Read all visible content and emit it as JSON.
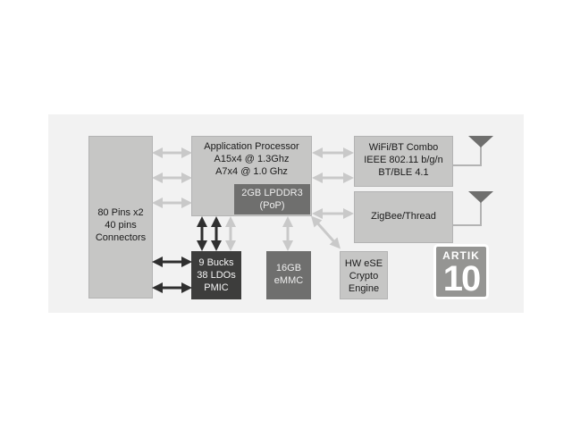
{
  "connectors": {
    "lines": [
      "80 Pins x2",
      "40 pins",
      "Connectors"
    ]
  },
  "ap": {
    "lines": [
      "Application Processor",
      "A15x4 @ 1.3Ghz",
      "A7x4 @ 1.0 Ghz"
    ]
  },
  "lpddr": {
    "lines": [
      "2GB LPDDR3",
      "(PoP)"
    ]
  },
  "wifi": {
    "lines": [
      "WiFi/BT Combo",
      "IEEE 802.11 b/g/n",
      "BT/BLE 4.1"
    ]
  },
  "zigbee": {
    "lines": [
      "ZigBee/Thread"
    ]
  },
  "pmic": {
    "lines": [
      "9 Bucks",
      "38 LDOs",
      "PMIC"
    ]
  },
  "emmc": {
    "lines": [
      "16GB",
      "eMMC"
    ]
  },
  "ese": {
    "lines": [
      "HW eSE",
      "Crypto",
      "Engine"
    ]
  },
  "logo": {
    "brand": "ARTIK",
    "number": "10"
  },
  "colors": {
    "light_block": "#c6c6c5",
    "mid_block": "#6f6f6e",
    "dark_block": "#3d3d3c",
    "light_arrow": "#c9c9c9",
    "dark_arrow": "#2f2f2f"
  }
}
